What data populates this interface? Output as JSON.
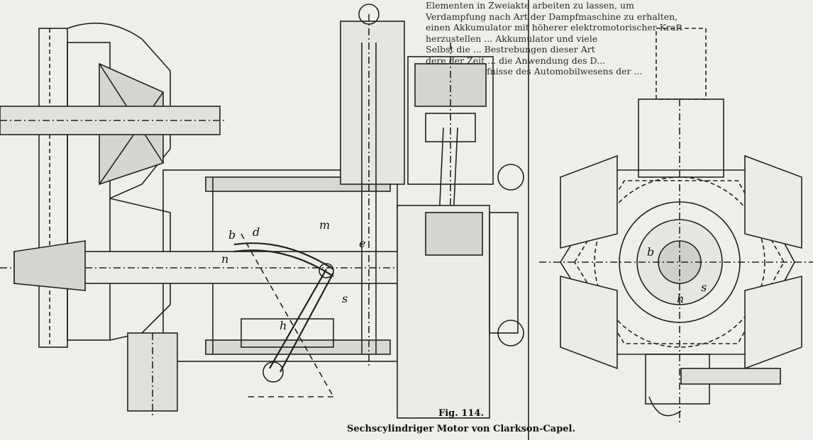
{
  "top_text": {
    "lines": [
      "Elementen in Zweiakte arbeiten zu lassen, um",
      "Verdampfung nach Art der Dampfmaschine zu erhalten,",
      "einen Akkumulator mit höherer elektromotorischer Kraft",
      "herzustellen ... Akkumulator und viele",
      "Selbst die ... Bestrebungen dieser Art",
      "dere der Zeit ... die Anwendung des D...",
      "auf die Bedürfnisse des Automobilwesens der ..."
    ]
  },
  "labels": {
    "b": "b",
    "d": "d",
    "m": "m",
    "n": "n",
    "e": "e",
    "s": "s",
    "h": "h",
    "b2": "b",
    "s2": "s",
    "h2": "h"
  },
  "caption": {
    "figure_number": "Fig. 114.",
    "title": "Sechscylindriger Motor von Clarkson-Capel."
  }
}
